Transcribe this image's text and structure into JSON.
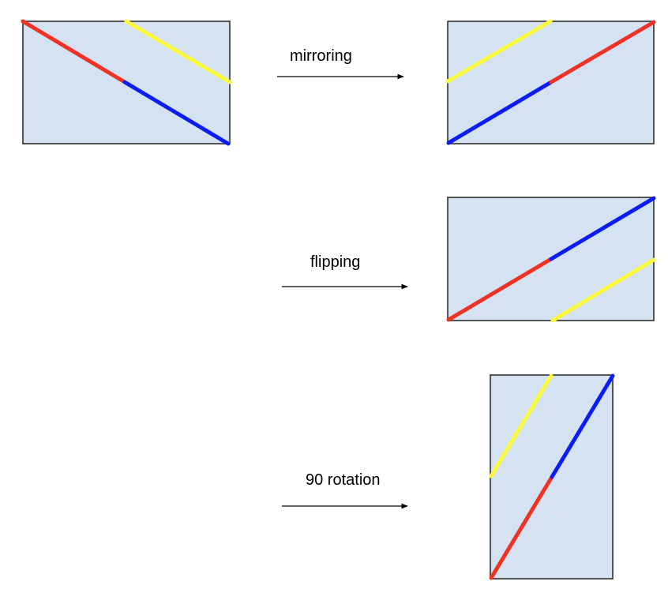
{
  "labels": {
    "mirroring": "mirroring",
    "flipping": "flipping",
    "rotation": "90 rotation"
  },
  "colors": {
    "panel_fill": "#d5e2f1",
    "panel_stroke": "#222222",
    "red": "#ef3226",
    "blue": "#0b1cf5",
    "yellow": "#fbf93c",
    "arrow": "#000000"
  }
}
